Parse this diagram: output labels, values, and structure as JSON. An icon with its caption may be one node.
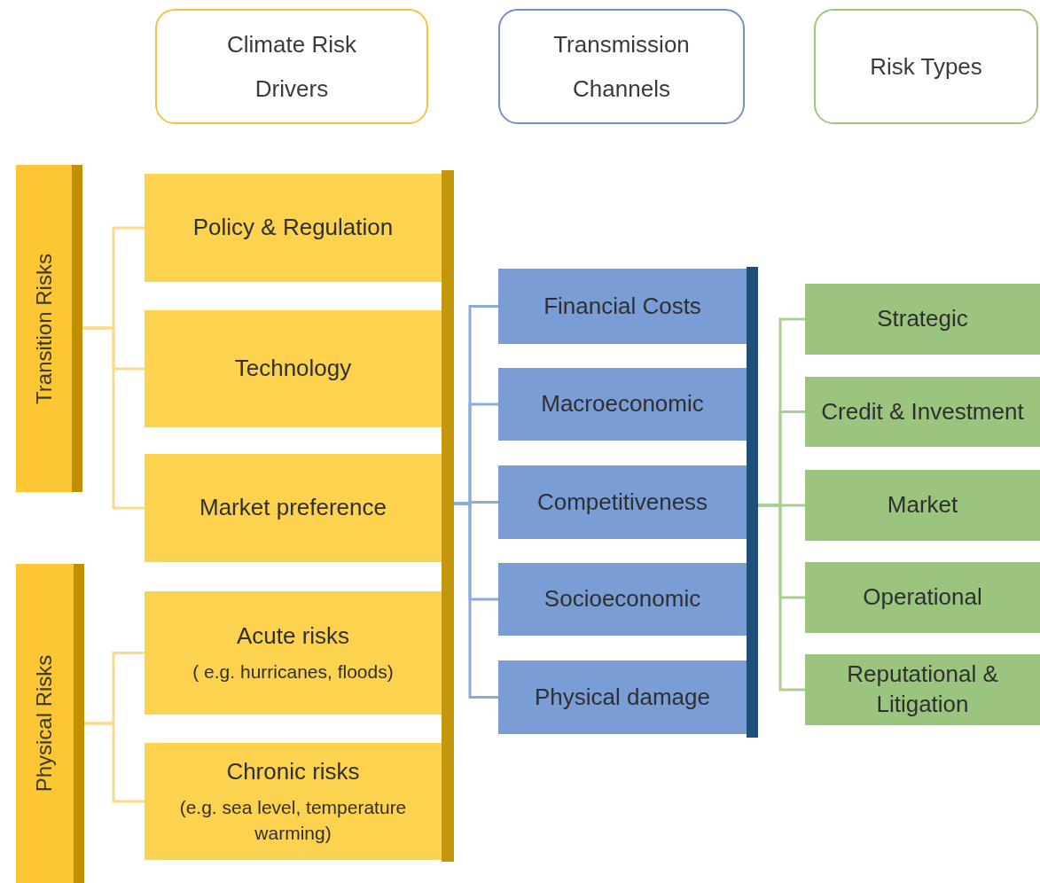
{
  "diagram": {
    "nodes": [
      {
        "text": [
          "Climate Risk Drivers"
        ]
      },
      {
        "text": [
          "Transmission Channels"
        ]
      },
      {
        "text": [
          "Risk Types"
        ]
      },
      {
        "text": [
          "Transition Risks"
        ]
      },
      {
        "text": [
          "Physical Risks"
        ]
      },
      {
        "text": [
          "Policy & Regulation"
        ]
      },
      {
        "text": [
          "Technology"
        ]
      },
      {
        "text": [
          "Market preference"
        ]
      },
      {
        "text": [
          "Acute risks",
          "( e.g. hurricanes, floods)"
        ]
      },
      {
        "text": [
          "Chronic risks",
          "(e.g. sea level, temperature warming)"
        ]
      },
      {
        "text": [],
        "shape": "bar"
      },
      {
        "text": [
          "Financial Costs"
        ]
      },
      {
        "text": [
          "Macroeconomic"
        ]
      },
      {
        "text": [
          "Competitiveness"
        ]
      },
      {
        "text": [
          "Socioeconomic"
        ]
      },
      {
        "text": [
          "Physical damage"
        ]
      },
      {
        "text": [],
        "shape": "bar"
      },
      {
        "text": [
          "Strategic"
        ]
      },
      {
        "text": [
          "Credit & Investment"
        ]
      },
      {
        "text": [
          "Market"
        ]
      },
      {
        "text": [
          "Operational"
        ]
      },
      {
        "text": [
          "Reputational & Litigation"
        ]
      }
    ],
    "edges": [
      {
        "from": 3,
        "to": 5,
        "arrow": "none",
        "color": "#fdd98a"
      },
      {
        "from": 3,
        "to": 6,
        "arrow": "none",
        "color": "#fdd98a"
      },
      {
        "from": 3,
        "to": 7,
        "arrow": "none",
        "color": "#fdd98a"
      },
      {
        "from": 4,
        "to": 8,
        "arrow": "none",
        "color": "#fdd98a"
      },
      {
        "from": 4,
        "to": 9,
        "arrow": "none",
        "color": "#fdd98a"
      },
      {
        "from": 10,
        "to": 11,
        "arrow": "none",
        "color": "#8eaadb"
      },
      {
        "from": 10,
        "to": 12,
        "arrow": "none",
        "color": "#8eaadb"
      },
      {
        "from": 10,
        "to": 13,
        "arrow": "none",
        "color": "#8eaadb"
      },
      {
        "from": 10,
        "to": 14,
        "arrow": "none",
        "color": "#8eaadb"
      },
      {
        "from": 10,
        "to": 15,
        "arrow": "none",
        "color": "#8eaadb"
      },
      {
        "from": 16,
        "to": 17,
        "arrow": "none",
        "color": "#a9d08e"
      },
      {
        "from": 16,
        "to": 18,
        "arrow": "none",
        "color": "#a9d08e"
      },
      {
        "from": 16,
        "to": 19,
        "arrow": "none",
        "color": "#a9d08e"
      },
      {
        "from": 16,
        "to": 20,
        "arrow": "none",
        "color": "#a9d08e"
      },
      {
        "from": 16,
        "to": 21,
        "arrow": "none",
        "color": "#a9d08e"
      }
    ]
  }
}
